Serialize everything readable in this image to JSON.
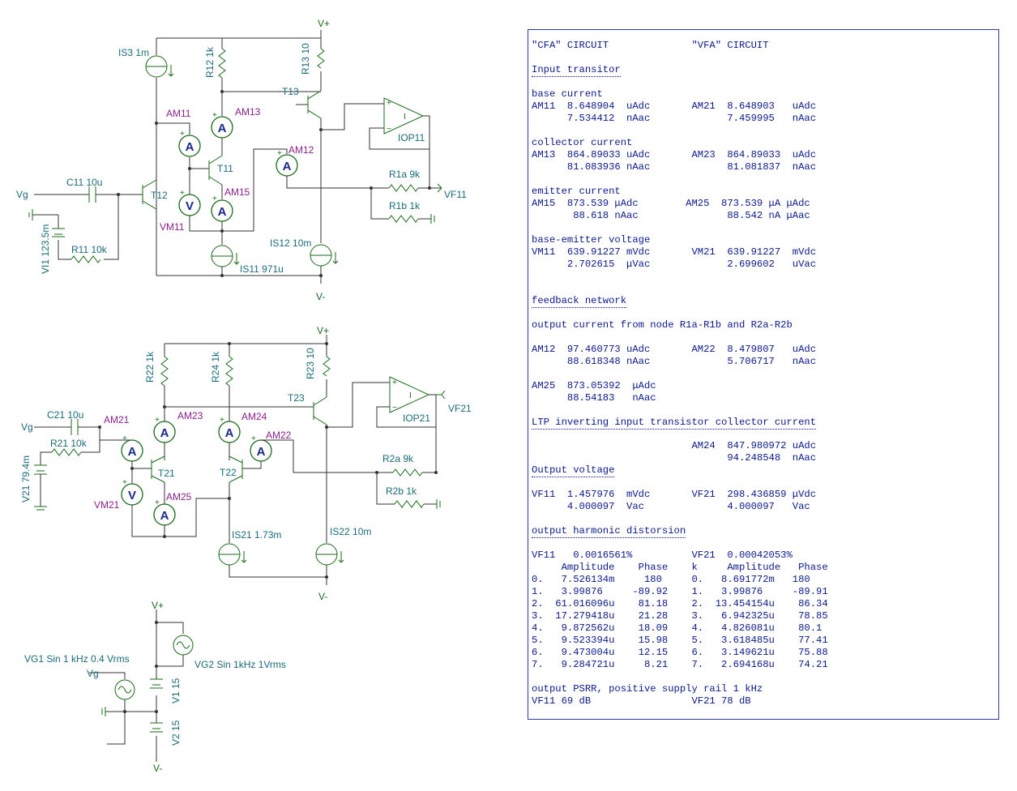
{
  "schematic": {
    "cfa": {
      "labels": {
        "vplus": "V+",
        "vminus": "V-",
        "is3": "IS3 1m",
        "r12": "R12 1k",
        "r13": "R13 10",
        "t13": "T13",
        "am11": "AM11",
        "am13": "AM13",
        "am12": "AM12",
        "am15": "AM15",
        "t11": "T11",
        "t12": "T12",
        "vm11": "VM11",
        "c11": "C11 10u",
        "vg": "Vg",
        "vi1": "VI1 123.5m",
        "r11": "R11 10k",
        "is11": "IS11 971u",
        "is12": "IS12 10m",
        "r1a": "R1a 9k",
        "r1b": "R1b 1k",
        "vf11": "VF11",
        "iop11": "IOP11"
      }
    },
    "vfa": {
      "labels": {
        "vplus": "V+",
        "vminus": "V-",
        "r22": "R22 1k",
        "r24": "R24 1k",
        "r23": "R23 10",
        "t23": "T23",
        "c21": "C21 10u",
        "vg": "Vg",
        "am21": "AM21",
        "am23": "AM23",
        "am24": "AM24",
        "am22": "AM22",
        "am25": "AM25",
        "r21": "R21 10k",
        "v21": "V21 79.4m",
        "vm21": "VM21",
        "t21": "T21",
        "t22": "T22",
        "is21": "IS21 1.73m",
        "is22": "IS22 10m",
        "r2a": "R2a 9k",
        "r2b": "R2b 1k",
        "vf21": "VF21",
        "iop21": "IOP21"
      }
    },
    "supply": {
      "labels": {
        "vplus": "V+",
        "vminus": "V-",
        "vg1": "VG1 Sin 1 kHz 0.4 Vrms",
        "vg2": "VG2 Sin 1kHz 1Vrms",
        "vg": "Vg",
        "v1": "V1 15",
        "v2": "V2 15"
      }
    },
    "meter_symbols": {
      "ammeter": "A",
      "voltmeter": "V",
      "plus": "+",
      "opamp_plus": "+",
      "opamp_minus": "−",
      "opamp_mark": "I"
    }
  },
  "results": {
    "lines": [
      "\"CFA\" CIRCUIT              \"VFA\" CIRCUIT",
      "Input transitor",
      "base current",
      "AM11  8.648904  uAdc       AM21  8.648903   uAdc",
      "      7.534412  nAac             7.459995   nAac",
      "collector current",
      "AM13  864.89033 uAdc       AM23  864.89033  uAdc",
      "      81.083936 nAac             81.081837  nAac",
      "emitter current",
      "AM15  873.539 μAdc        AM25  873.539 μA μAdc",
      "       88.618 nAac               88.542 nA μAac",
      "base-emitter voltage",
      "VM11  639.91227 mVdc       VM21  639.91227  mVdc",
      "      2.702615  μVac             2.699602   uVac",
      "feedback network",
      "output current from node R1a-R1b and R2a-R2b",
      "AM12  97.460773 uAdc       AM22  8.479807   uAdc",
      "      88.618348 nAac             5.706717   nAac",
      "AM25  873.05392  μAdc",
      "      88.54183   nAac",
      "LTP inverting input transistor collector current",
      "                           AM24  847.980972 uAdc",
      "                                 94.248548  nAac",
      "Output voltage",
      "VF11  1.457976  mVdc       VF21  298.436859 μVdc",
      "      4.000097  Vac              4.000097   Vac",
      "output harmonic distorsion",
      "VF11   0.0016561%          VF21  0.00042053%",
      "     Amplitude    Phase    k     Amplitude   Phase",
      "0.   7.526134m     180     0.   8.691772m   180",
      "1.   3.99876     -89.92    1.   3.99876     -89.91",
      "2.  61.016096u    81.18    2.  13.454154u    86.34",
      "3.  17.279418u    21.28    3.   6.942325u    78.85",
      "4.   9.872562u    18.09    4.   4.826081u    80.1",
      "5.   9.523394u    15.98    5.   3.618485u    77.41",
      "6.   9.473004u    12.15    6.   3.149621u    75.88",
      "7.   9.284721u     8.21    7.   2.694168u    74.21",
      "output PSRR, positive supply rail 1 kHz",
      "VF11 69 dB                 VF21 78 dB"
    ]
  }
}
